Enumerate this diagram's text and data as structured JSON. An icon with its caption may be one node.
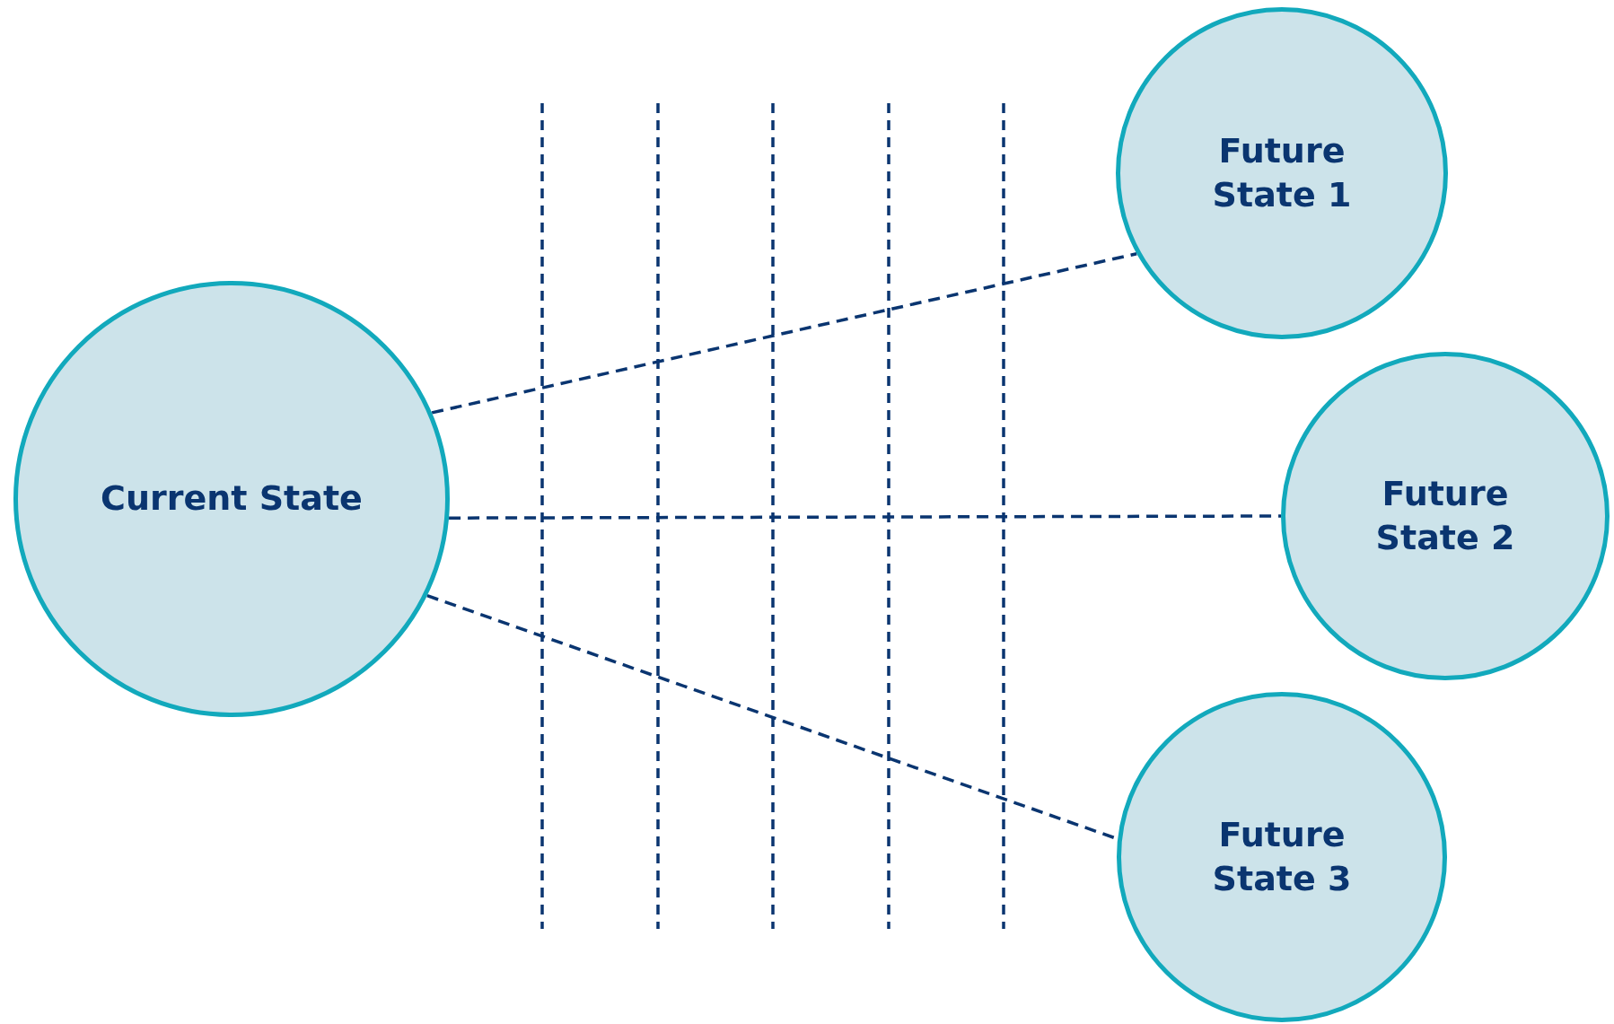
{
  "diagram": {
    "nodes": [
      {
        "text": [
          "Current State"
        ]
      },
      {
        "text": [
          "Future State 1"
        ]
      },
      {
        "text": [
          "Future State 2"
        ]
      },
      {
        "text": [
          "Future State 3"
        ]
      }
    ],
    "edges": [
      {
        "from": 0,
        "to": 1,
        "arrow": "none",
        "style": "dashed"
      },
      {
        "from": 0,
        "to": 2,
        "arrow": "none",
        "style": "dashed"
      },
      {
        "from": 0,
        "to": 3,
        "arrow": "none",
        "style": "dashed"
      }
    ]
  }
}
